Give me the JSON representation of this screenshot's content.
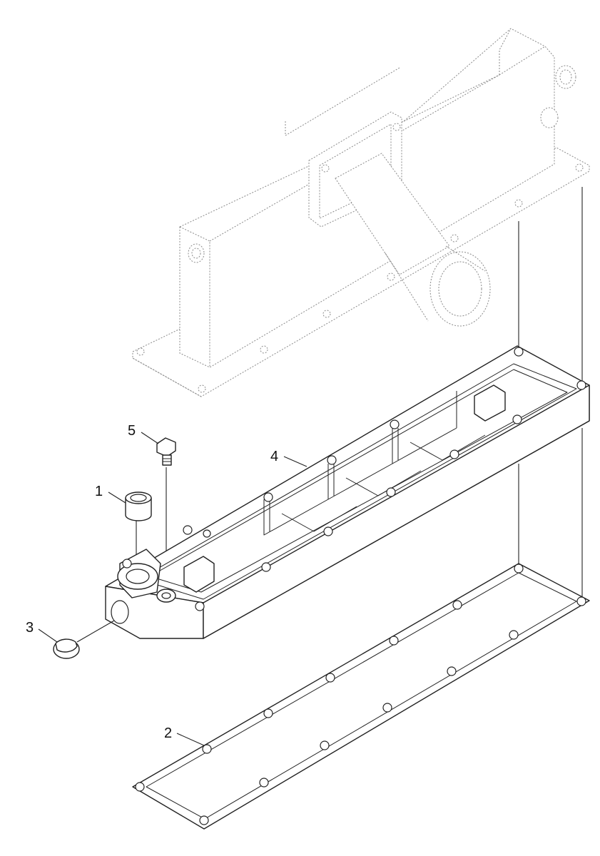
{
  "callouts": [
    {
      "id": "1",
      "label": "1"
    },
    {
      "id": "2",
      "label": "2"
    },
    {
      "id": "3",
      "label": "3"
    },
    {
      "id": "4",
      "label": "4"
    },
    {
      "id": "5",
      "label": "5"
    }
  ],
  "colors": {
    "line": "#222222",
    "ghost": "#8a8a8a",
    "background": "#ffffff"
  }
}
